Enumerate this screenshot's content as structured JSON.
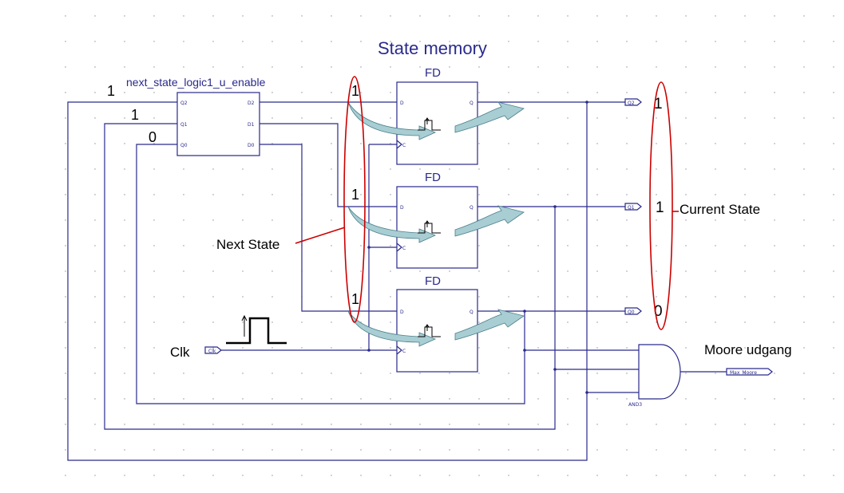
{
  "title": "State memory",
  "logic_block": {
    "name": "next_state_logic1_u_enable",
    "in_pins": [
      "Q2",
      "Q1",
      "Q0"
    ],
    "out_pins": [
      "D2",
      "D1",
      "D0"
    ],
    "input_values": [
      "1",
      "1",
      "0"
    ]
  },
  "flipflops": [
    {
      "name": "FD",
      "d_pin": "D",
      "q_pin": "Q",
      "c_pin": "C",
      "next_value": "1"
    },
    {
      "name": "FD",
      "d_pin": "D",
      "q_pin": "Q",
      "c_pin": "C",
      "next_value": "1"
    },
    {
      "name": "FD",
      "d_pin": "D",
      "q_pin": "Q",
      "c_pin": "C",
      "next_value": "1"
    }
  ],
  "outputs": [
    {
      "port": "Q2",
      "value": "1"
    },
    {
      "port": "Q1",
      "value": "1"
    },
    {
      "port": "Q0",
      "value": "0"
    }
  ],
  "labels": {
    "next_state": "Next State",
    "current_state": "Current State",
    "clk": "Clk",
    "clk_port": "Clk",
    "moore": "Moore udgang",
    "moore_port": "Max_Moore",
    "and_gate": "AND3"
  },
  "colors": {
    "wire": "#2a2a8c",
    "highlight": "#cc0000",
    "arrow": "#a8cdd3"
  }
}
